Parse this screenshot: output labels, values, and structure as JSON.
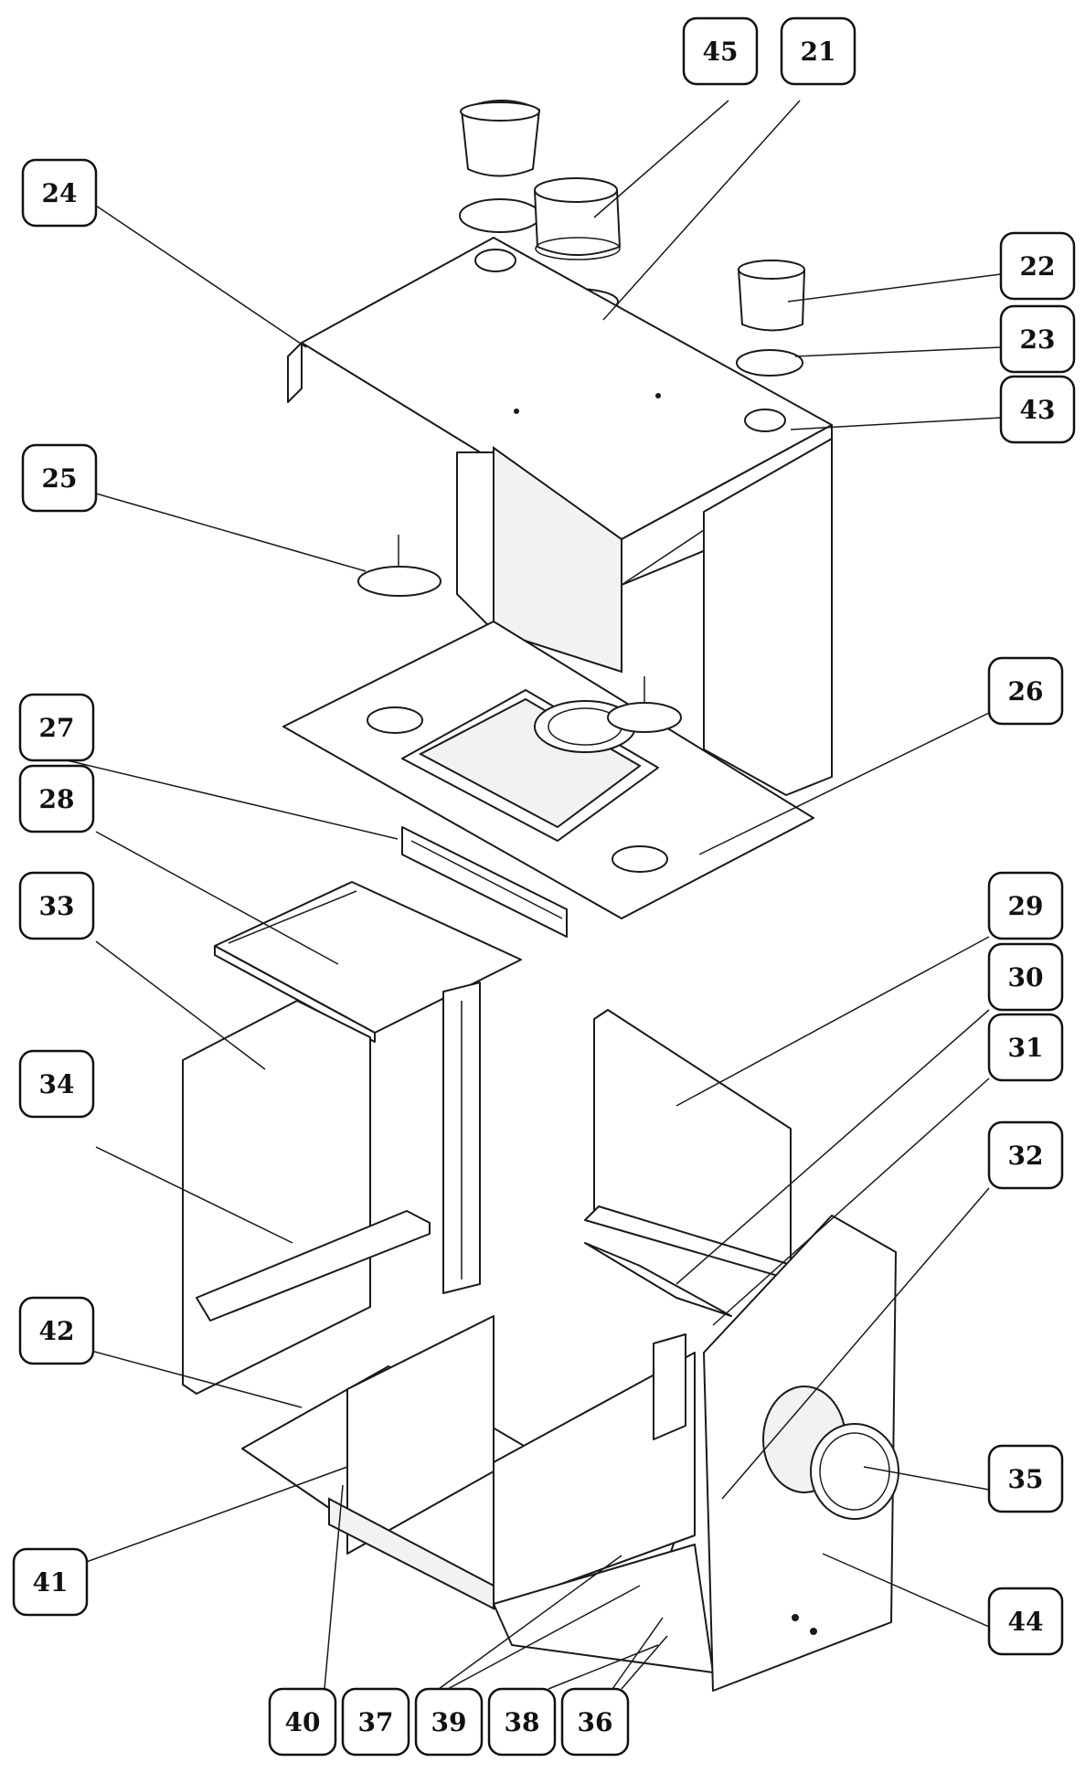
{
  "callouts": [
    {
      "id": "21",
      "label": "21"
    },
    {
      "id": "22",
      "label": "22"
    },
    {
      "id": "23",
      "label": "23"
    },
    {
      "id": "24",
      "label": "24"
    },
    {
      "id": "25",
      "label": "25"
    },
    {
      "id": "26",
      "label": "26"
    },
    {
      "id": "27",
      "label": "27"
    },
    {
      "id": "28",
      "label": "28"
    },
    {
      "id": "29",
      "label": "29"
    },
    {
      "id": "30",
      "label": "30"
    },
    {
      "id": "31",
      "label": "31"
    },
    {
      "id": "32",
      "label": "32"
    },
    {
      "id": "33",
      "label": "33"
    },
    {
      "id": "34",
      "label": "34"
    },
    {
      "id": "35",
      "label": "35"
    },
    {
      "id": "36",
      "label": "36"
    },
    {
      "id": "37",
      "label": "37"
    },
    {
      "id": "38",
      "label": "38"
    },
    {
      "id": "39",
      "label": "39"
    },
    {
      "id": "40",
      "label": "40"
    },
    {
      "id": "41",
      "label": "41"
    },
    {
      "id": "42",
      "label": "42"
    },
    {
      "id": "43",
      "label": "43"
    },
    {
      "id": "44",
      "label": "44"
    },
    {
      "id": "45",
      "label": "45"
    }
  ]
}
